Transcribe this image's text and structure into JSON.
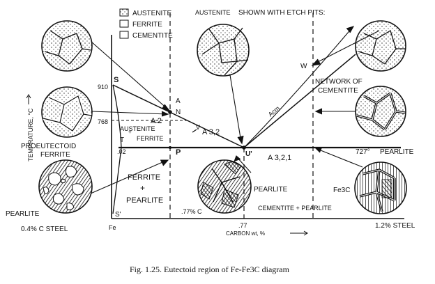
{
  "legend": {
    "austenite": "AUSTENITE",
    "ferrite": "FERRITE",
    "cementite": "CEMENTITE"
  },
  "header": {
    "austenite": "AUSTENITE",
    "etch_note": "SHOWN WITH ETCH PITS:"
  },
  "axes": {
    "y_title": "TEMPRATURE, °C",
    "x_title": "CARBON wt, %",
    "fe_label": "Fe",
    "tick_910": "910",
    "tick_768": "768",
    "tick_002": ".02",
    "tick_077": ".77"
  },
  "points": {
    "S": "S",
    "S_prime": "S'",
    "T": "T",
    "A": "A",
    "N": "N",
    "V": "V",
    "P": "P",
    "U": "U'",
    "W": "W"
  },
  "line_labels": {
    "A2": "A 2",
    "A32": "A 3,2",
    "A321": "A 3,2,1",
    "Acm": "Acm",
    "pct077": ".77% C",
    "temp727": "727°",
    "pearlite_right": "PEARLITE"
  },
  "regions": {
    "austenite_ferrite_1": "AUSTENITE",
    "austenite_ferrite_2": "+",
    "austenite_ferrite_3": "FERRITE",
    "ferrite_pearlite_1": "FERRITE",
    "ferrite_pearlite_2": "+",
    "ferrite_pearlite_3": "PEARLITE",
    "cementite_pearlite": "CEMENTITE + PEARLITE"
  },
  "micro_labels": {
    "proeutectoid_1": "PROEUTECTOID",
    "proeutectoid_2": "FERRITE",
    "pearlite_left": "PEARLITE",
    "steel_04": "0.4% C STEEL",
    "pearlite_center": "PEARLITE",
    "network_1": "NETWORK OF",
    "network_2": "CEMENTITE",
    "fe3c": "Fe3C",
    "steel_12": "1.2% STEEL"
  },
  "caption": "Fig. 1.25. Eutectoid region of Fe-Fe3C diagram"
}
